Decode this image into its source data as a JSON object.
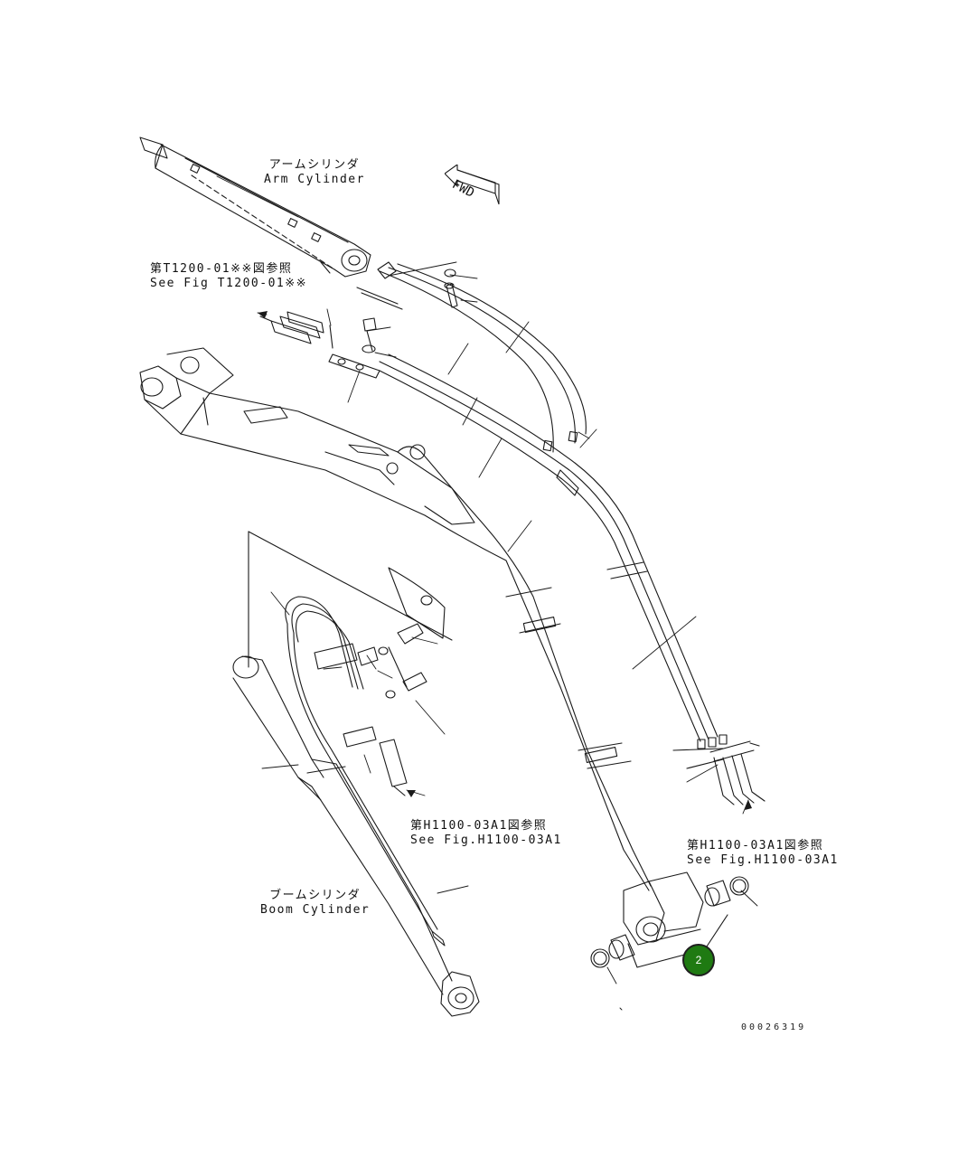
{
  "labels": {
    "arm_cylinder_jp": "アームシリンダ",
    "arm_cylinder_en": "Arm Cylinder",
    "ref_t1200_jp": "第T1200-01※※図参照",
    "ref_t1200_en": "See Fig T1200-01※※",
    "ref_h1100_left_jp": "第H1100-03A1図参照",
    "ref_h1100_left_en": "See Fig.H1100-03A1",
    "ref_h1100_right_jp": "第H1100-03A1図参照",
    "ref_h1100_right_en": "See Fig.H1100-03A1",
    "boom_cylinder_jp": "ブームシリンダ",
    "boom_cylinder_en": "Boom Cylinder",
    "fwd": "FWD",
    "drawing_number": "00026319"
  },
  "callouts": [
    {
      "number": "2",
      "color": "#1f7a12"
    }
  ],
  "colors": {
    "line": "#1a1a1a",
    "background": "#ffffff",
    "callout_fill": "#1f7a12"
  }
}
